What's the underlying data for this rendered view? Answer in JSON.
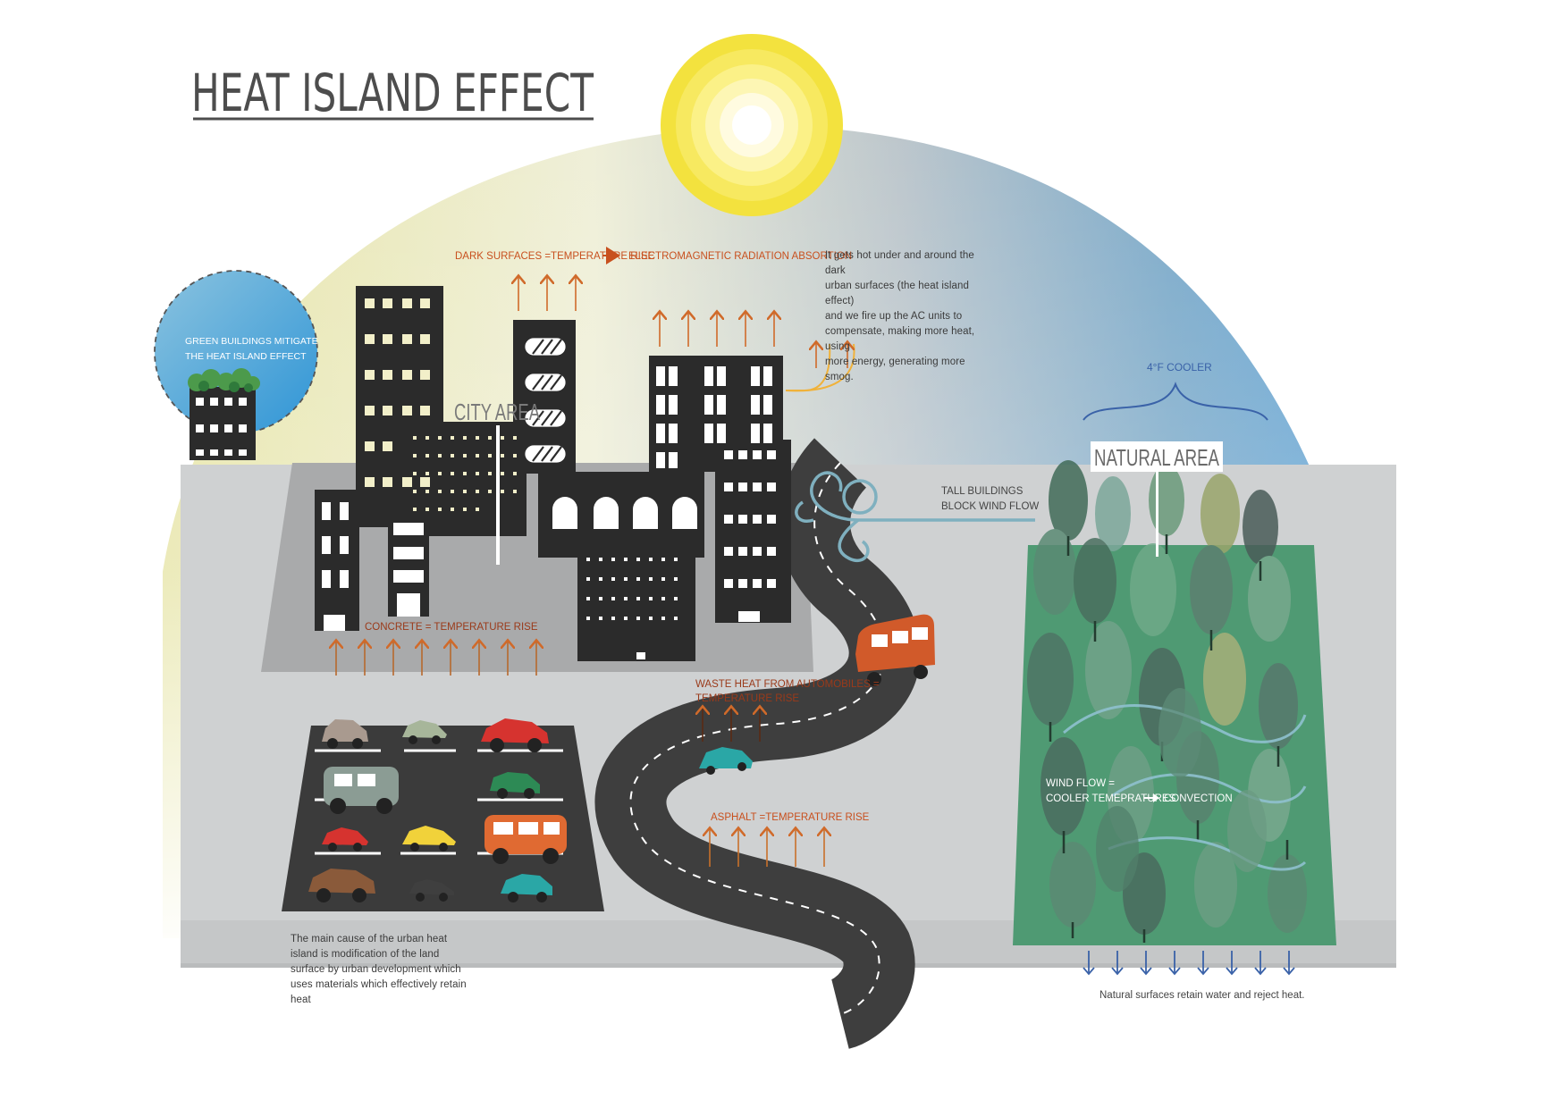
{
  "title": "HEAT ISLAND EFFECT",
  "green_badge": {
    "line1": "GREEN BUILDINGS MITIGATE",
    "line2": "THE HEAT ISLAND EFFECT"
  },
  "city_area_label": "CITY AREA",
  "natural_area_label": "NATURAL AREA",
  "cooler_label": "4°F COOLER",
  "dark_surfaces": {
    "part1": "DARK SURFACES =TEMPERATURE RISE",
    "part2": "ELECTROMAGNETIC RADIATION ABSORTION"
  },
  "ac_note": [
    "It gets hot under and around the dark",
    "urban surfaces (the heat island effect)",
    "and we fire up the AC units to",
    "compensate, making more heat, using",
    "more energy, generating more smog."
  ],
  "tall_buildings": [
    "TALL BUILDINGS",
    "BLOCK WIND FLOW"
  ],
  "concrete_label": "CONCRETE = TEMPERATURE RISE",
  "waste_heat": [
    "WASTE HEAT FROM AUTOMOBILES =",
    "TEMPERATURE RISE"
  ],
  "asphalt_label": "ASPHALT =TEMPERATURE RISE",
  "wind_flow": {
    "line1": "WIND FLOW =",
    "line2a": "COOLER TEMEPRATURES",
    "line2b": "CONVECTION"
  },
  "main_cause": [
    "The main cause of the urban heat",
    "island is modification of the land",
    "surface by urban development which",
    "uses materials which effectively retain",
    "heat"
  ],
  "natural_surfaces": "Natural surfaces retain water and reject heat.",
  "colors": {
    "heat_arrow": "#c8501e",
    "dark_heat_arrow": "#5a2a14",
    "building": "#2b2b2b",
    "road": "#3e3e3e",
    "forest": "#4f9a73",
    "wind": "#6aa3b3",
    "cool_arrow": "#3a62a8",
    "sun": "#f6e54d"
  },
  "icons": [
    "sun-icon",
    "heat-arrow-icon",
    "wind-swirl-icon",
    "car-icon",
    "bus-icon",
    "tree-icon",
    "down-arrow-icon"
  ]
}
